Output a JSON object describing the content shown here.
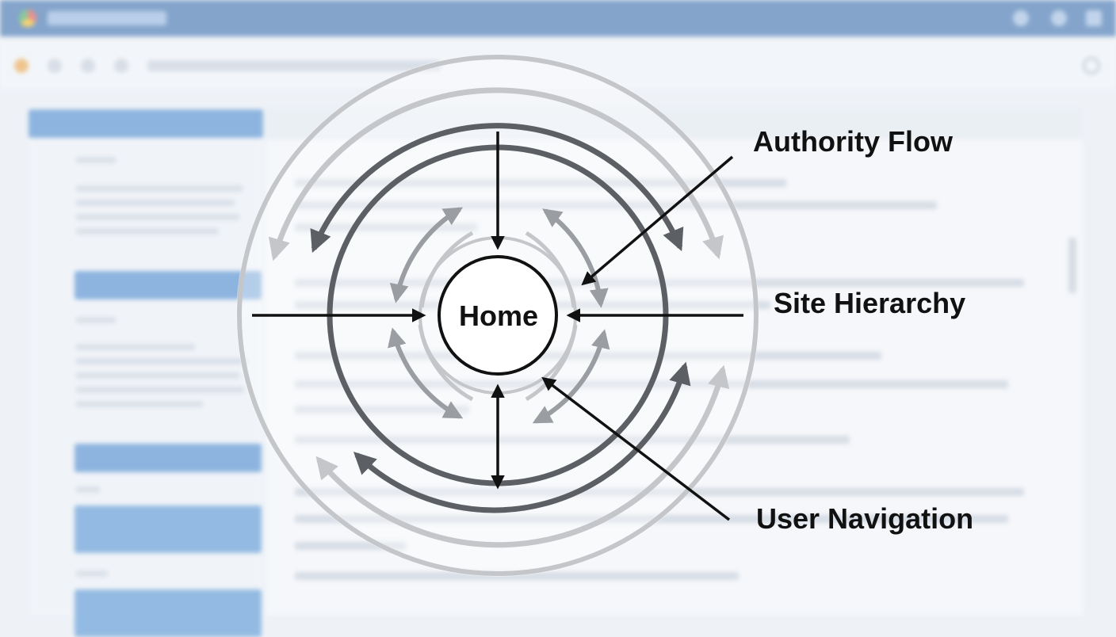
{
  "diagram": {
    "center_label": "Home",
    "labels": {
      "authority_flow": "Authority Flow",
      "site_hierarchy": "Site Hierarchy",
      "user_navigation": "User Navigation"
    },
    "colors": {
      "ink": "#111111",
      "ring_dark": "#5c5f64",
      "ring_mid": "#9a9da2",
      "ring_light": "#c4c6c9",
      "browser_bar": "#2f66a8",
      "sidebar_accent": "#3f83cc"
    }
  },
  "background": {
    "icons": [
      "app-logo-icon",
      "back-icon",
      "refresh-icon",
      "bookmark-icon",
      "search-icon",
      "settings-icon",
      "menu-icon"
    ]
  }
}
